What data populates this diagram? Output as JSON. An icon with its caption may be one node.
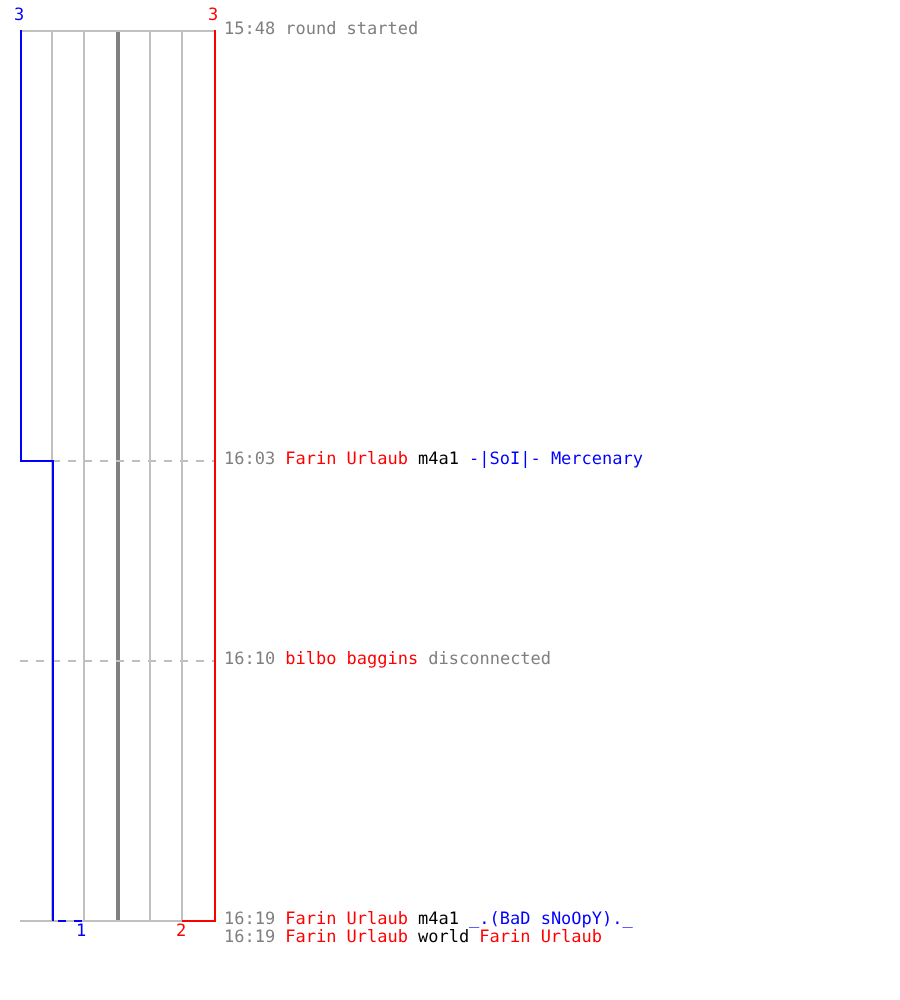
{
  "diagram": {
    "labels": [
      "3",
      "3",
      "15:48",
      "round started",
      "16:03",
      "Farin Urlaub",
      "m4a1",
      "-|SoI|- Mercenary",
      "16:10",
      "bilbo baggins",
      "disconnected",
      "16:19",
      "Farin Urlaub",
      "m4a1",
      "_.(BaD sNoOpY)._",
      "1",
      "2",
      "16:19",
      "Farin Urlaub",
      "world",
      "Farin Urlaub"
    ]
  }
}
